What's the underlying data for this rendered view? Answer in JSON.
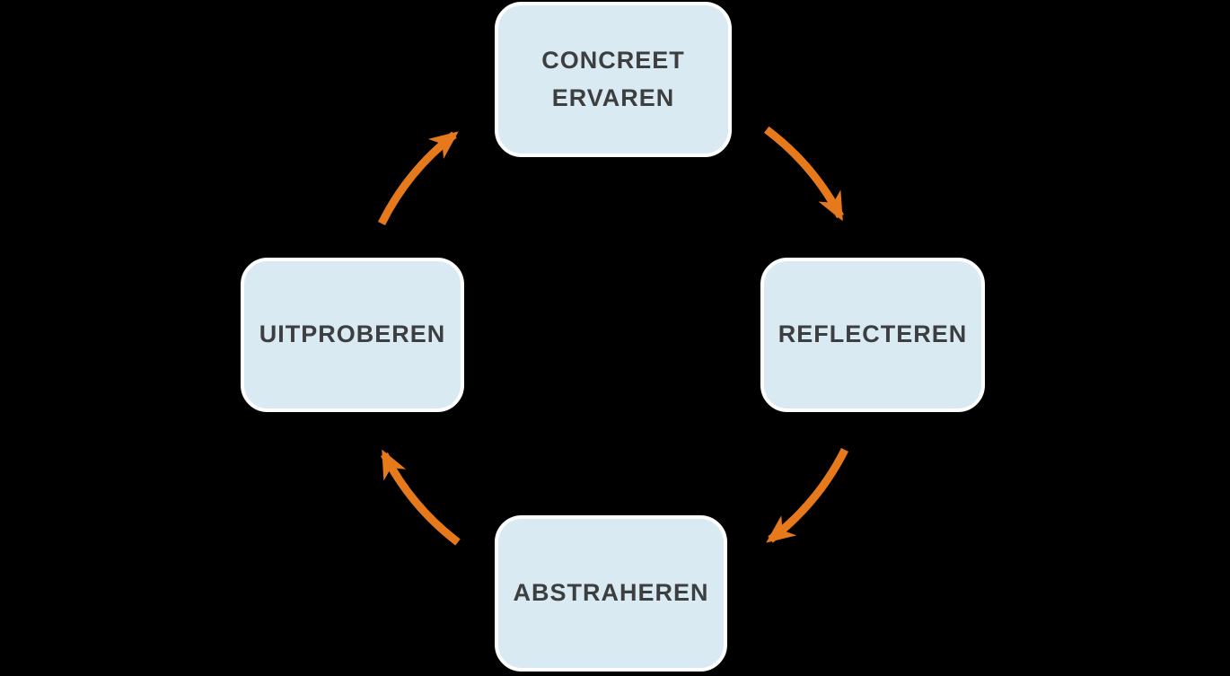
{
  "diagram": {
    "type": "cycle",
    "description": "Four-stage learning cycle diagram with clockwise orange arrows",
    "background_color": "#000000",
    "box_fill_color": "#d9eaf2",
    "box_border_color": "#ffffff",
    "label_color": "#3d3e3f",
    "arrow_color": "#e6791b",
    "nodes": [
      {
        "id": "concreet-ervaren",
        "position": "top",
        "lines": [
          "CONCREET",
          "ERVAREN"
        ]
      },
      {
        "id": "reflecteren",
        "position": "right",
        "lines": [
          "REFLECTEREN"
        ]
      },
      {
        "id": "abstraheren",
        "position": "bottom",
        "lines": [
          "ABSTRAHEREN"
        ]
      },
      {
        "id": "uitproberen",
        "position": "left",
        "lines": [
          "UITPROBEREN"
        ]
      }
    ],
    "flow": [
      {
        "from": "CONCREET ERVAREN",
        "to": "REFLECTEREN"
      },
      {
        "from": "REFLECTEREN",
        "to": "ABSTRAHEREN"
      },
      {
        "from": "ABSTRAHEREN",
        "to": "UITPROBEREN"
      },
      {
        "from": "UITPROBEREN",
        "to": "CONCREET ERVAREN"
      }
    ]
  }
}
